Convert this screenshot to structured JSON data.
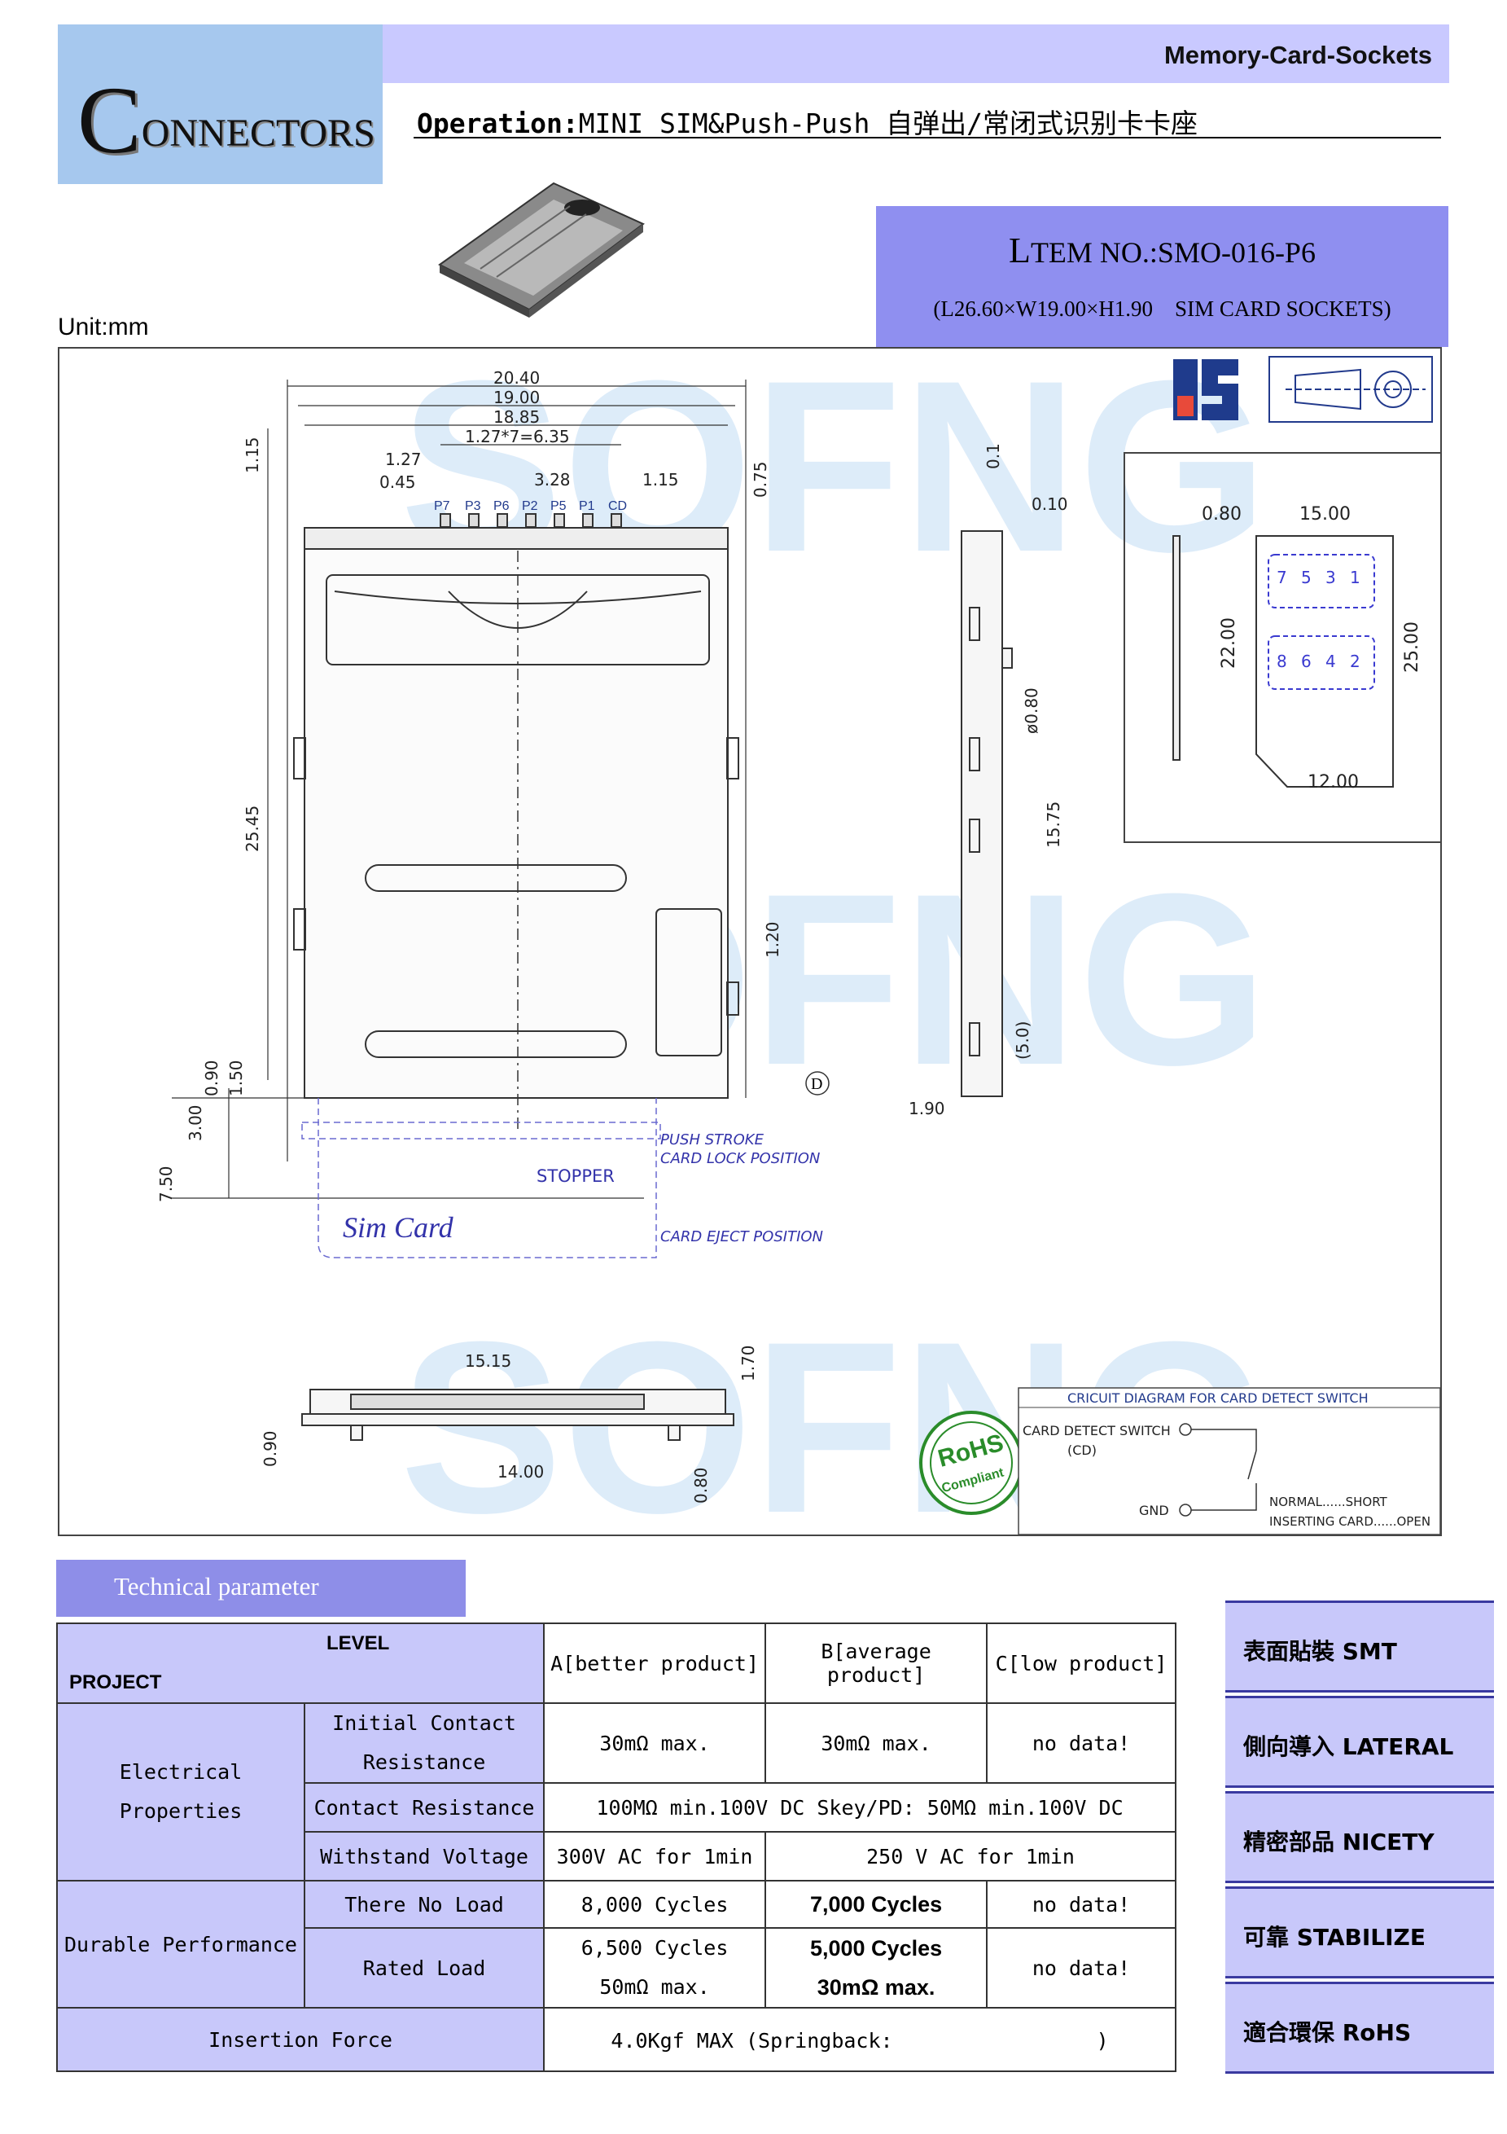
{
  "header": {
    "logo_initial": "C",
    "logo_rest": "ONNECTORS",
    "category": "Memory-Card-Sockets",
    "operation_label": "Operation:",
    "operation_value": "MINI SIM&Push-Push 自弹出/常闭式识别卡卡座",
    "item_no_prefix": "L",
    "item_no": "TEM NO.:SMO-016-P6",
    "item_dims": "(L26.60×W19.00×H1.90　SIM CARD SOCKETS)",
    "unit": "Unit:mm"
  },
  "drawing": {
    "top_dims": [
      "20.40",
      "19.00",
      "18.85",
      "1.27*7=6.35",
      "1.27",
      "0.45",
      "3.28",
      "1.15"
    ],
    "pins": [
      "P7",
      "P3",
      "P6",
      "P2",
      "P5",
      "P1",
      "CD"
    ],
    "left_dims": [
      "1.15",
      "25.45",
      "0.90",
      "1.50",
      "3.00",
      "7.50"
    ],
    "mid_dims": [
      "0.75",
      "1.20"
    ],
    "side_dims": [
      "0.1",
      "0.10",
      "ø0.80",
      "15.75",
      "(5.0)",
      "1.90"
    ],
    "marker": "D",
    "labels": {
      "push_stroke": "PUSH STROKE",
      "card_lock": "CARD LOCK POSITION",
      "stopper": "STOPPER",
      "sim_card": "Sim Card",
      "card_eject": "CARD EJECT POSITION"
    },
    "card_dims": [
      "0.80",
      "15.00",
      "22.00",
      "25.00",
      "12.00"
    ],
    "card_pins_top": [
      "7",
      "5",
      "3",
      "1"
    ],
    "card_pins_bottom": [
      "8",
      "6",
      "4",
      "2"
    ],
    "bottom_dims": [
      "15.15",
      "1.70",
      "0.90",
      "14.00",
      "0.80"
    ],
    "watermark": "SOFNG",
    "rohs": {
      "top": "RoHS",
      "bottom": "Compliant"
    },
    "circuit": {
      "title": "CRICUIT DIAGRAM FOR CARD DETECT SWITCH",
      "switch_label": "CARD DETECT SWITCH",
      "cd": "(CD)",
      "gnd": "GND",
      "normal": "NORMAL......SHORT",
      "inserting": "INSERTING CARD......OPEN"
    }
  },
  "tech": {
    "title": "Technical parameter",
    "level": "LEVEL",
    "project": "PROJECT",
    "col_a": "A[better product]",
    "col_b": "B[average product]",
    "col_c": "C[low product]",
    "electrical": [
      "Electrical",
      "Properties"
    ],
    "initial_contact": [
      "Initial Contact",
      "Resistance"
    ],
    "initial_a": "30mΩ max.",
    "initial_b": "30mΩ max.",
    "initial_c": "no data!",
    "contact_res": "Contact Resistance",
    "contact_res_val": "100MΩ min.100V DC  Skey/PD: 50MΩ min.100V DC",
    "withstand": "Withstand Voltage",
    "withstand_a": "300V AC for 1min",
    "withstand_bc": "250 V AC for 1min",
    "durable": "Durable Performance",
    "no_load": "There No Load",
    "no_load_a": "8,000 Cycles",
    "no_load_b": "7,000 Cycles",
    "no_load_c": "no data!",
    "rated": "Rated Load",
    "rated_a": [
      "6,500 Cycles",
      "50mΩ max."
    ],
    "rated_b": [
      "5,000 Cycles",
      "30mΩ max."
    ],
    "rated_c": "no data!",
    "insertion": "Insertion Force",
    "insertion_val": "4.0Kgf MAX (Springback:　　　　　　　　　　)"
  },
  "features": [
    "表面貼裝 SMT",
    "側向導入 LATERAL",
    "精密部品 NICETY",
    "可靠 STABILIZE",
    "適合環保 RoHS"
  ]
}
